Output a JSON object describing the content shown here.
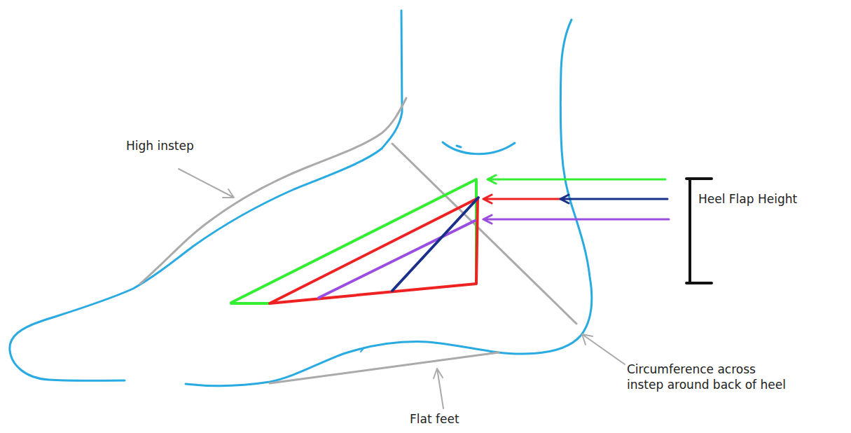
{
  "diagram": {
    "labels": [
      "High instep",
      "Heel Flap Height",
      "Circumference across instep around back of heel",
      "Flat feet"
    ]
  }
}
